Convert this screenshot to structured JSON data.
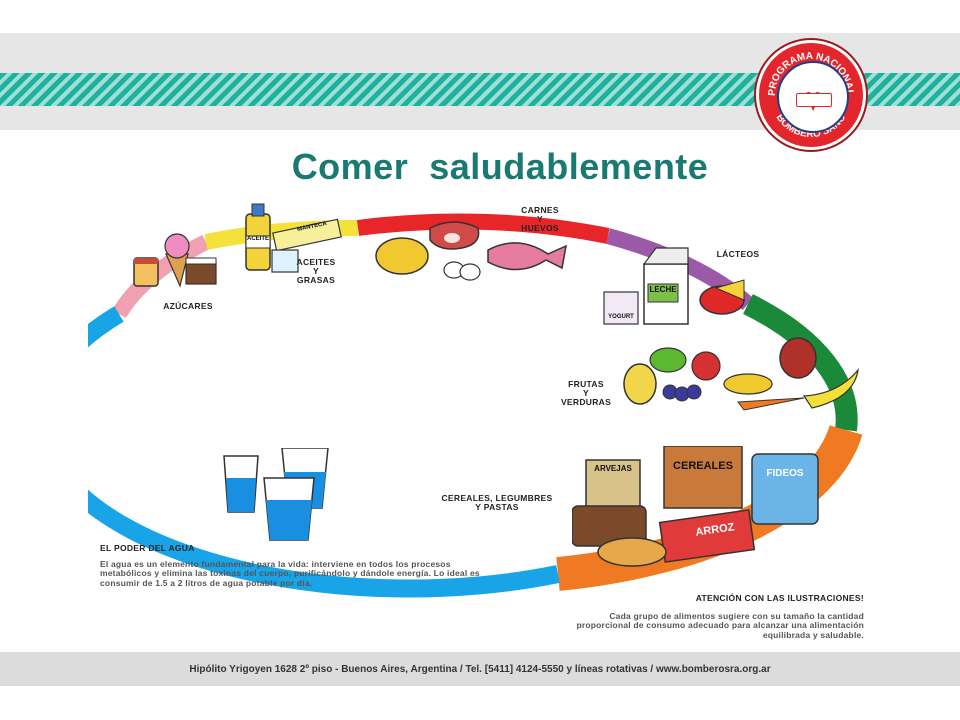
{
  "logo": {
    "top_text": "PROGRAMA NACIONAL",
    "bottom_text": "BOMBERO SANO"
  },
  "title": "Comer  saludablemente",
  "groups": {
    "carnes": "CARNES\nY\nHUEVOS",
    "lacteos": "LÁCTEOS",
    "frutas": "FRUTAS\nY\nVERDURAS",
    "cereales": "CEREALES, LEGUMBRES\nY PASTAS",
    "aceites": "ACEITES\nY\nGRASAS",
    "azucares": "AZÚCARES"
  },
  "item_tags": {
    "aceite": "ACEITE",
    "manteca": "MANTECA",
    "leche": "LECHE",
    "yogurt": "YOGURT",
    "arvejas": "ARVEJAS",
    "cereales_box": "CEREALES",
    "fideos": "FIDEOS",
    "arroz": "ARROZ"
  },
  "water": {
    "heading": "EL PODER DEL AGUA",
    "text": "El agua es un elemento fundamental para la vida: interviene en todos los procesos metabólicos y elimina las toxinas del cuerpo, purificándolo y dándole energía. Lo ideal es consumir de 1.5 a 2 litros de agua potable por día."
  },
  "attention": {
    "heading": "ATENCIÓN CON LAS ILUSTRACIONES!",
    "text": "Cada grupo de alimentos sugiere con su tamaño la cantidad proporcional de consumo adecuado para alcanzar una alimentación equilibrada y saludable."
  },
  "footer": "Hipólito Yrigoyen 1628 2º piso - Buenos Aires, Argentina / Tel. [5411] 4124-5550 y líneas rotativas / www.bomberosra.org.ar",
  "colors": {
    "title": "#1a7a72",
    "stripe": "#1fb0a0",
    "water_segment": "#1aa4e8",
    "cereals_segment": "#f07a22",
    "fruits_segment": "#1a8a3a",
    "dairy_segment": "#9b5aa8",
    "meat_segment": "#e8262a",
    "oils_segment": "#f2e23a",
    "sugar_segment": "#f0a0b0"
  }
}
